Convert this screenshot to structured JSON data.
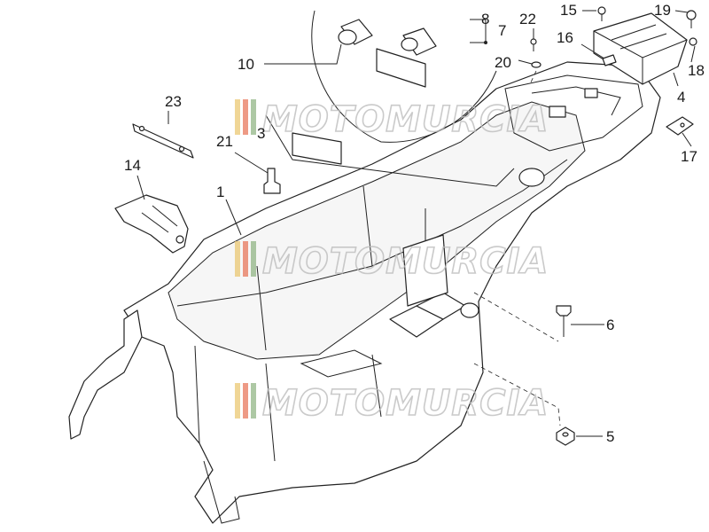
{
  "watermark": {
    "text": "MOTOMURCIA",
    "stripe_colors": [
      "#e9c46a",
      "#e76f51",
      "#8ab17d"
    ]
  },
  "callouts": [
    "1",
    "3",
    "4",
    "5",
    "6",
    "7",
    "8",
    "10",
    "14",
    "15",
    "16",
    "17",
    "18",
    "19",
    "20",
    "21",
    "22",
    "23"
  ]
}
